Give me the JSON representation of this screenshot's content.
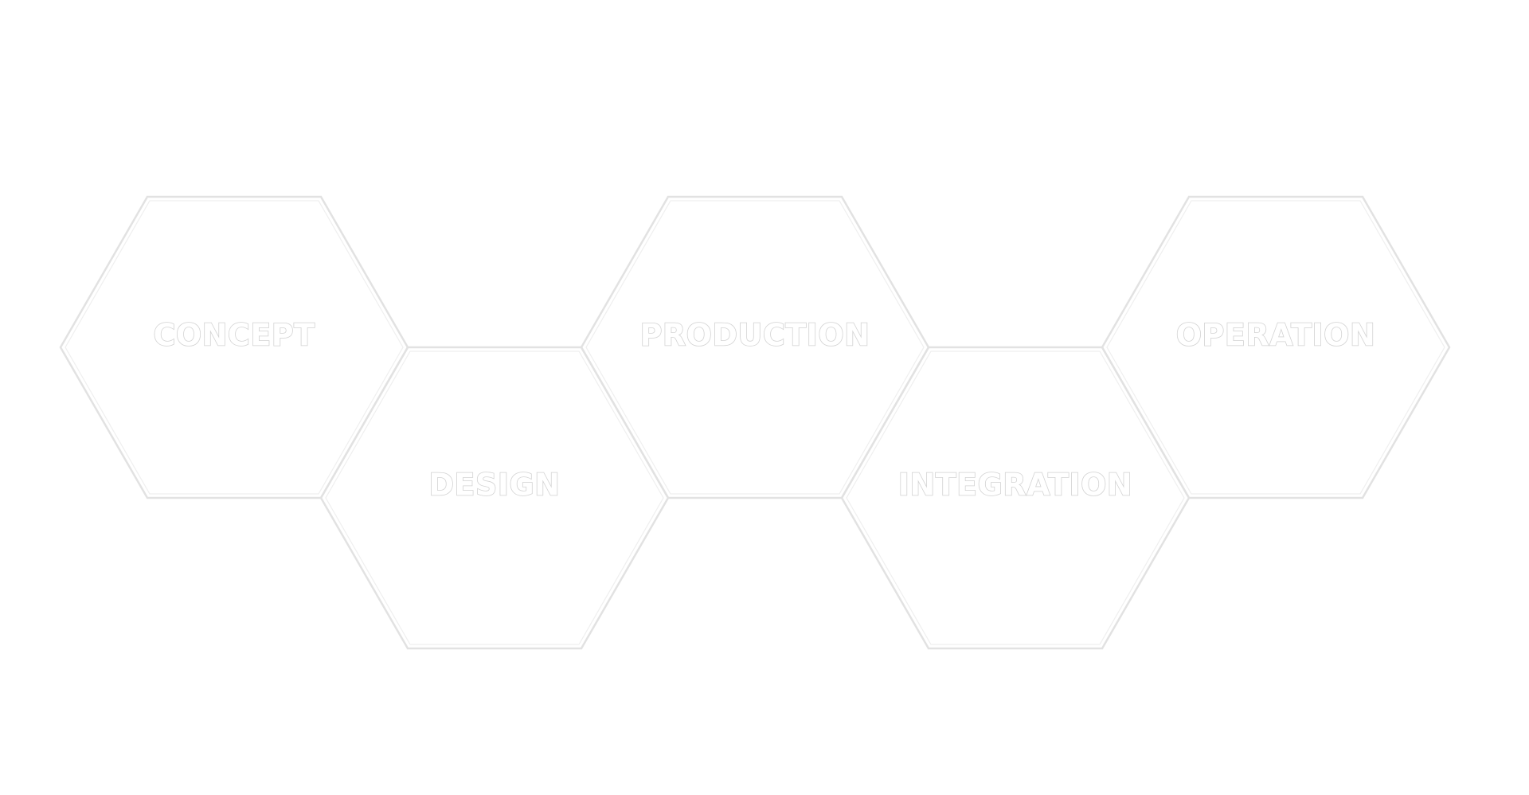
{
  "diagram": {
    "stages": [
      {
        "label": "CONCEPT"
      },
      {
        "label": "DESIGN"
      },
      {
        "label": "PRODUCTION"
      },
      {
        "label": "INTEGRATION"
      },
      {
        "label": "OPERATION"
      }
    ],
    "colors": {
      "background": "#ffffff",
      "outline": "#e2e2e2",
      "text_stroke": "#d2d2d2",
      "text_fill": "#ffffff"
    }
  }
}
